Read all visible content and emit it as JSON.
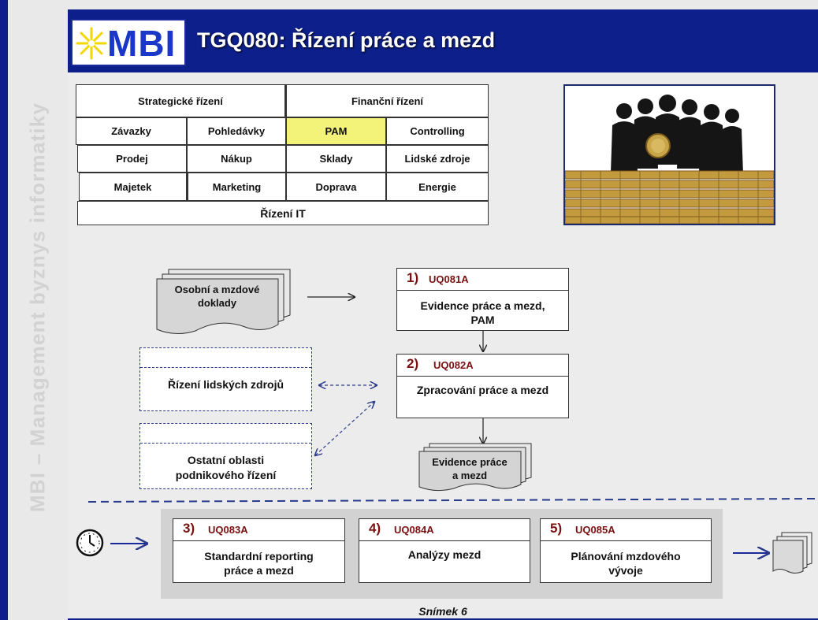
{
  "sidebar": {
    "vertical_text": "MBI – Management byznys informatiky"
  },
  "header": {
    "logo_text": "MBI",
    "title": "TGQ080: Řízení práce a mezd"
  },
  "grid": {
    "strategic": "Strategické řízení",
    "financial": "Finanční řízení",
    "rows": [
      [
        "Závazky",
        "Pohledávky",
        "PAM",
        "Controlling"
      ],
      [
        "Prodej",
        "Nákup",
        "Sklady",
        "Lidské zdroje"
      ],
      [
        "Majetek",
        "Marketing",
        "Doprava",
        "Energie"
      ]
    ],
    "it": "Řízení IT",
    "highlight_color": "#f3f37a"
  },
  "flow": {
    "input_doc": "Osobní a mzdové doklady",
    "hr": "Řízení lidských zdrojů",
    "other": "Ostatní oblasti podnikového řízení",
    "output_doc": "Evidence práce a mezd",
    "box1": {
      "num": "1)",
      "code": "UQ081A",
      "body": "Evidence práce a mezd, PAM"
    },
    "box2": {
      "num": "2)",
      "code": "UQ082A",
      "body": "Zpracování práce a mezd"
    }
  },
  "bottom": {
    "box3": {
      "num": "3)",
      "code": "UQ083A",
      "body": "Standardní reporting práce a mezd"
    },
    "box4": {
      "num": "4)",
      "code": "UQ084A",
      "body": "Analýzy mezd"
    },
    "box5": {
      "num": "5)",
      "code": "UQ085A",
      "body": "Plánování mzdového vývoje"
    },
    "icons": [
      "clock-icon",
      "documents-icon"
    ]
  },
  "footer": {
    "slide_label": "Snímek 6"
  },
  "colors": {
    "brand_blue": "#0d1f8a",
    "code_red": "#7a1010"
  }
}
